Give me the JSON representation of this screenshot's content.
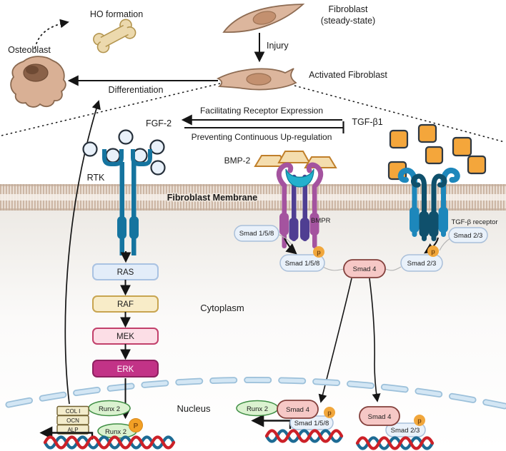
{
  "labels": {
    "ho_formation": "HO formation",
    "osteoblast": "Osteoblast",
    "fibroblast": "Fibroblast",
    "fibroblast_state": "(steady-state)",
    "injury": "Injury",
    "activated_fibroblast": "Activated Fibroblast",
    "differentiation": "Differentiation",
    "facilitating": "Facilitating Receptor Expression",
    "preventing": "Preventing Continuous Up-regulation",
    "fgf2": "FGF-2",
    "tgfb1": "TGF-β1",
    "bmp2": "BMP-2",
    "membrane": "Fibroblast Membrane",
    "rtk": "RTK",
    "bmpr": "BMPR",
    "tgfb_receptor": "TGF-β receptor",
    "cytoplasm": "Cytoplasm",
    "nucleus": "Nucleus"
  },
  "cascade": [
    "RAS",
    "RAF",
    "MEK",
    "ERK"
  ],
  "smads": {
    "smad158": "Smad 1/5/8",
    "smad23": "Smad 2/3",
    "smad4": "Smad 4",
    "phospho_small": "p",
    "phospho_large": "P"
  },
  "nucleus_items": {
    "runx2": "Runx 2",
    "genes": [
      "COL I",
      "OCN",
      "ALP"
    ]
  },
  "colors": {
    "receptor_teal": "#15749f",
    "bmpr_purple": "#a4539f",
    "bmpr_indigo": "#4f3e92",
    "bmpr_cyan": "#23b0cd",
    "tgf_light_blue": "#1d87bb",
    "tgf_navy": "#0f506c",
    "ligand_orange": "#f4a63b",
    "bmp2_tan": "#f4ddae",
    "smad_blue": "#e9f1fa",
    "smad4_pink": "#f6c8c6",
    "phospho_orange": "#f1a73c",
    "runx2_green": "#dbf2d0",
    "ras_blue": "#e3edf9",
    "raf_tan": "#f8ecc8",
    "mek_pink": "#fcdee6",
    "erk_magenta": "#c23387",
    "dna_red": "#cc2128",
    "dna_blue": "#1d6b94",
    "membrane_tan": "#cdb7a5",
    "envelope_blue": "#cfe4f3",
    "cell_tan": "#dcb69d"
  }
}
